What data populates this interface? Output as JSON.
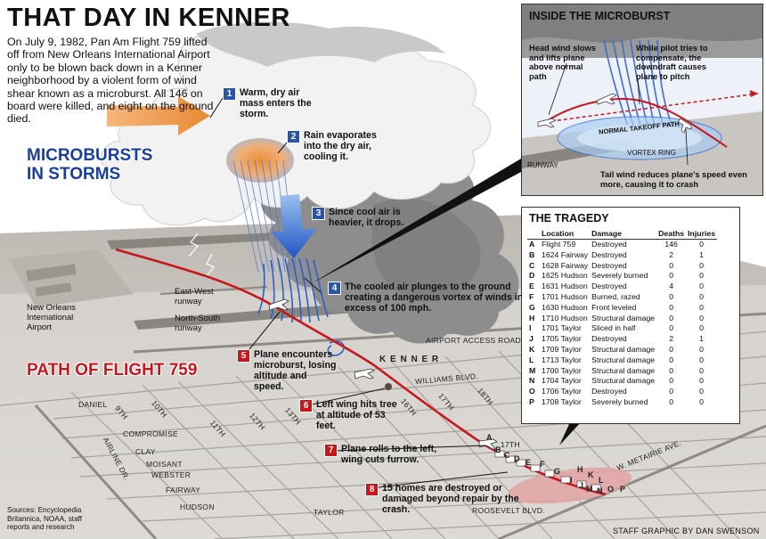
{
  "title": "THAT DAY IN KENNER",
  "intro": "On July 9, 1982, Pan Am Flight 759 lifted off from New Orleans International Airport only to be blown back down in a Kenner neighborhood by a violent form of wind shear known as a microburst. All 146 on board were killed, and eight on the ground died.",
  "section_labels": {
    "microbursts": "MICROBURSTS IN STORMS",
    "path": "PATH OF FLIGHT 759"
  },
  "steps": [
    {
      "num": "1",
      "text": "Warm, dry air mass enters the storm."
    },
    {
      "num": "2",
      "text": "Rain evaporates into the dry air, cooling it."
    },
    {
      "num": "3",
      "text": "Since cool air is heavier, it drops."
    },
    {
      "num": "4",
      "text": "The cooled air plunges to the ground creating a dangerous vortex of winds in excess of 100 mph."
    },
    {
      "num": "5",
      "text": "Plane encounters microburst, losing altitude and speed."
    },
    {
      "num": "6",
      "text": "Left wing hits tree at altitude of 53 feet."
    },
    {
      "num": "7",
      "text": "Plane rolls to the left, wing cuts furrow."
    },
    {
      "num": "8",
      "text": "15 homes are destroyed or damaged beyond repair by the crash."
    }
  ],
  "map": {
    "airport_label": "New Orleans International Airport",
    "runway_ew": "East-West runway",
    "runway_ns": "North-South runway",
    "town": "K E N N E R",
    "streets": {
      "airport_access": "AIRPORT ACCESS ROAD",
      "williams": "WILLIAMS BLVD.",
      "daniel": "DANIEL",
      "s9th": "9TH",
      "s10th": "10TH",
      "s11th": "11TH",
      "s12th": "12TH",
      "s13th": "13TH",
      "s16th": "16TH",
      "s17th_a": "17TH",
      "s18th": "18TH",
      "s17th_b": "17TH",
      "compromise": "COMPROMISE",
      "clay": "CLAY",
      "airline": "AIRLINE DR.",
      "moisant": "MOISANT",
      "webster": "WEBSTER",
      "fairway": "FAIRWAY",
      "hudson": "HUDSON",
      "taylor": "TAYLOR",
      "roosevelt": "ROOSEVELT BLVD.",
      "w_metairie": "W. METAIRIE AVE."
    },
    "crash_letters": [
      "A",
      "B",
      "C",
      "D",
      "E",
      "F",
      "G",
      "H",
      "I",
      "J",
      "K",
      "L",
      "M",
      "N",
      "O",
      "P"
    ]
  },
  "inset": {
    "title": "INSIDE THE MICROBURST",
    "headwind": "Head wind slows and lifts plane above normal path",
    "pilot": "While pilot tries to compensate, the downdraft causes plane to pitch",
    "normal_path": "NORMAL TAKEOFF PATH",
    "vortex": "VORTEX RING",
    "runway": "RUNWAY",
    "tailwind": "Tail wind reduces plane's speed even more, causing it to crash"
  },
  "tragedy": {
    "title": "THE TRAGEDY",
    "headers": [
      "Location",
      "Damage",
      "Deaths",
      "Injuries"
    ],
    "rows": [
      [
        "A",
        "Flight 759",
        "Destroyed",
        "146",
        "0"
      ],
      [
        "B",
        "1624 Fairway",
        "Destroyed",
        "2",
        "1"
      ],
      [
        "C",
        "1628 Fairway",
        "Destroyed",
        "0",
        "0"
      ],
      [
        "D",
        "1625 Hudson",
        "Severely burned",
        "0",
        "0"
      ],
      [
        "E",
        "1631 Hudson",
        "Destroyed",
        "4",
        "0"
      ],
      [
        "F",
        "1701 Hudson",
        "Burned, razed",
        "0",
        "0"
      ],
      [
        "G",
        "1630 Hudson",
        "Front leveled",
        "0",
        "0"
      ],
      [
        "H",
        "1710 Hudson",
        "Structural damage",
        "0",
        "0"
      ],
      [
        "I",
        "1701 Taylor",
        "Sliced in half",
        "0",
        "0"
      ],
      [
        "J",
        "1705 Taylor",
        "Destroyed",
        "2",
        "1"
      ],
      [
        "K",
        "1709 Taylor",
        "Structural damage",
        "0",
        "0"
      ],
      [
        "L",
        "1713 Taylor",
        "Structural damage",
        "0",
        "0"
      ],
      [
        "M",
        "1700 Taylor",
        "Structural damage",
        "0",
        "0"
      ],
      [
        "N",
        "1704 Taylor",
        "Structural damage",
        "0",
        "0"
      ],
      [
        "O",
        "1706 Taylor",
        "Destroyed",
        "0",
        "0"
      ],
      [
        "P",
        "1708 Taylor",
        "Severely burned",
        "0",
        "0"
      ]
    ]
  },
  "sources": "Sources: Encyclopedia Britannica, NOAA, staff reports and research",
  "credit": "STAFF GRAPHIC BY DAN SWENSON",
  "colors": {
    "flight_path": "#c8161d",
    "headline_blue": "#1a3f9a",
    "step_blue": "#2b55a8",
    "downdraft": "#3d6fd0",
    "warm_air": "#e8842a",
    "ground": "#d6d3cf",
    "cloud_gray": "#8a8a8a"
  }
}
